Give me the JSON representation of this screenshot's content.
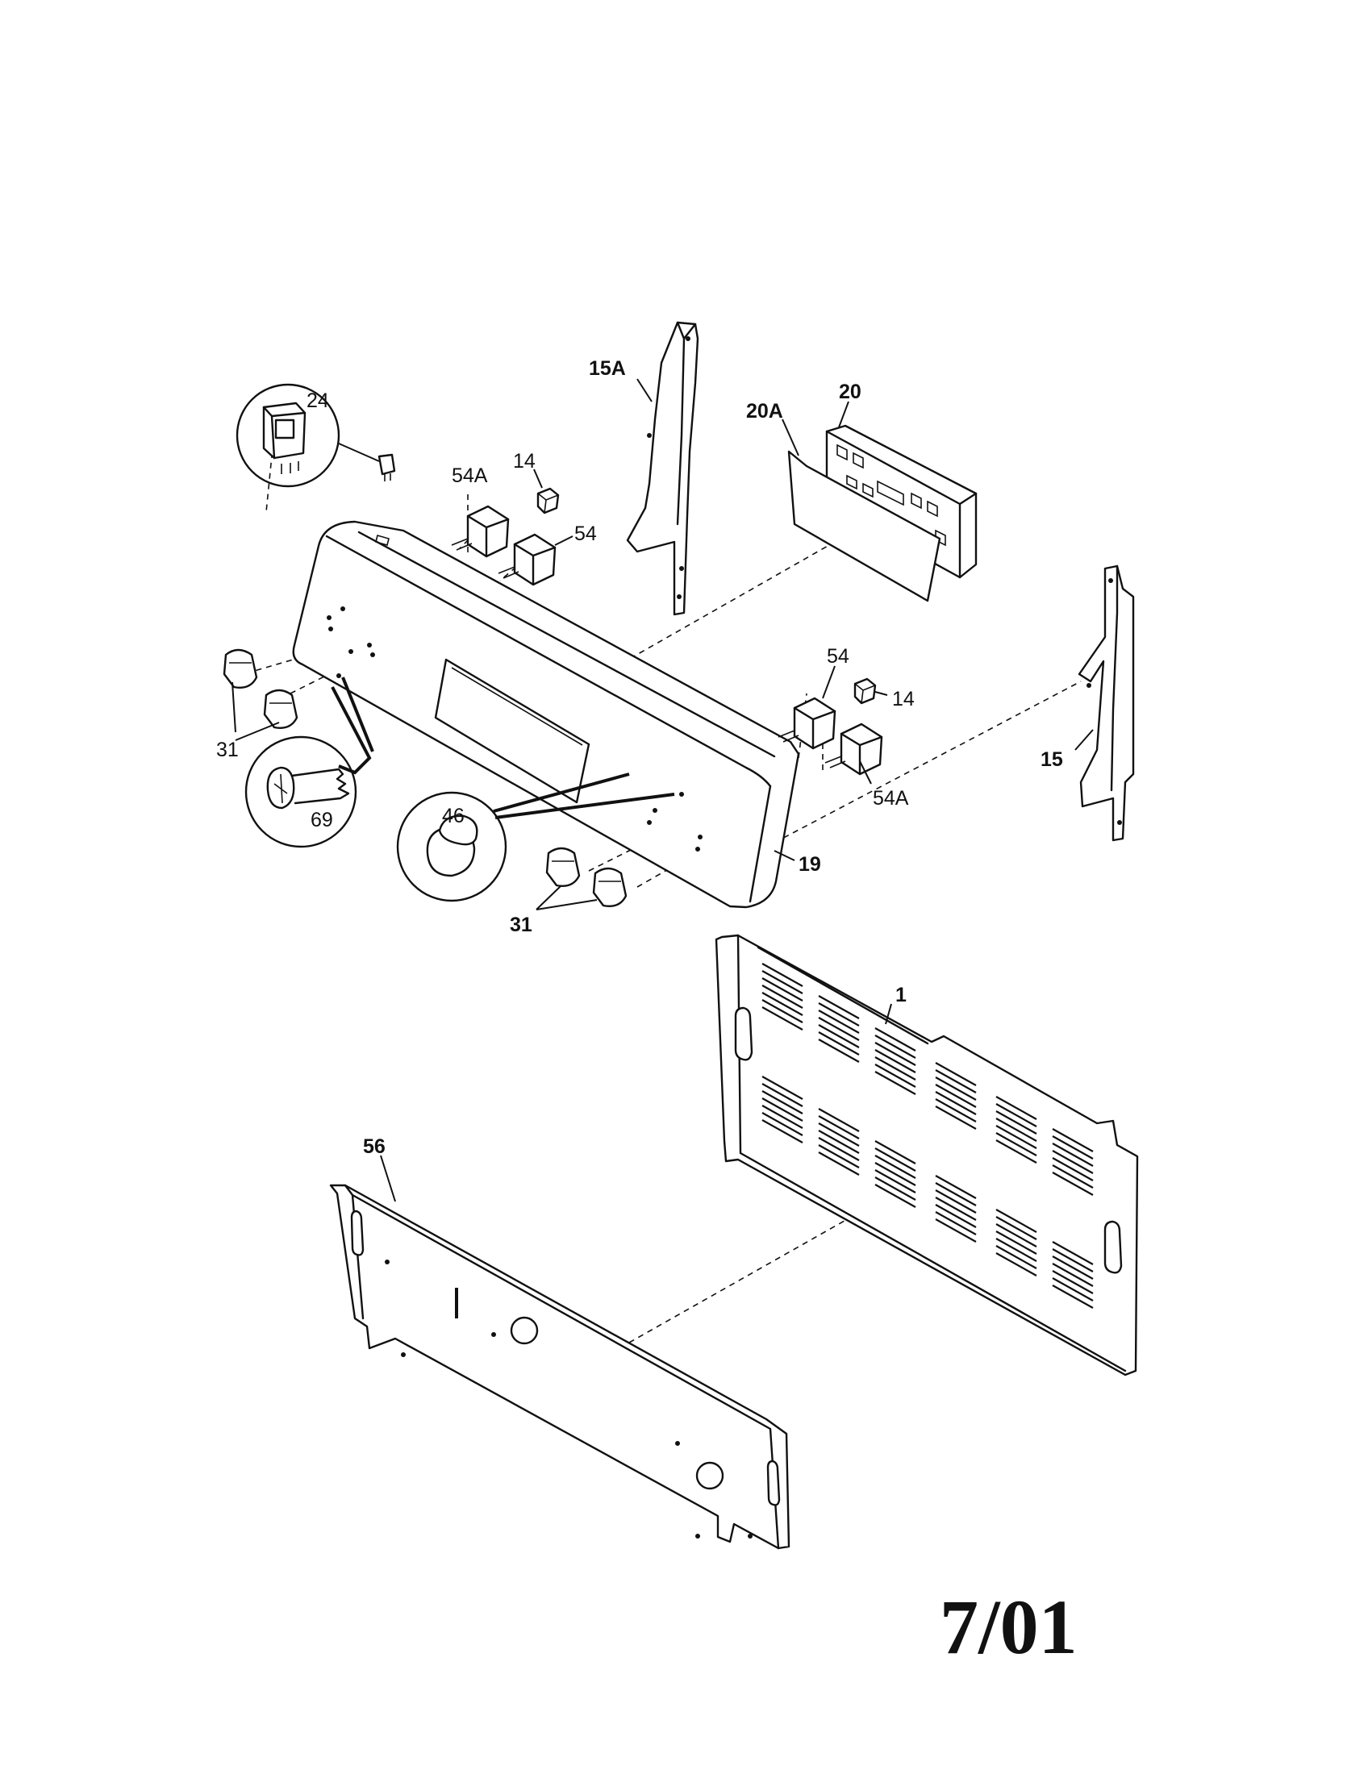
{
  "callouts": {
    "c24": "24",
    "c54A_top": "54A",
    "c14_top": "14",
    "c54_top": "54",
    "c15A": "15A",
    "c20A": "20A",
    "c20": "20",
    "c31_left": "31",
    "c69": "69",
    "c46": "46",
    "c31_bottom": "31",
    "c19": "19",
    "c54_right": "54",
    "c14_right": "14",
    "c54A_right": "54A",
    "c15": "15",
    "c1": "1",
    "c56": "56"
  },
  "footer": {
    "date": "7/01"
  }
}
